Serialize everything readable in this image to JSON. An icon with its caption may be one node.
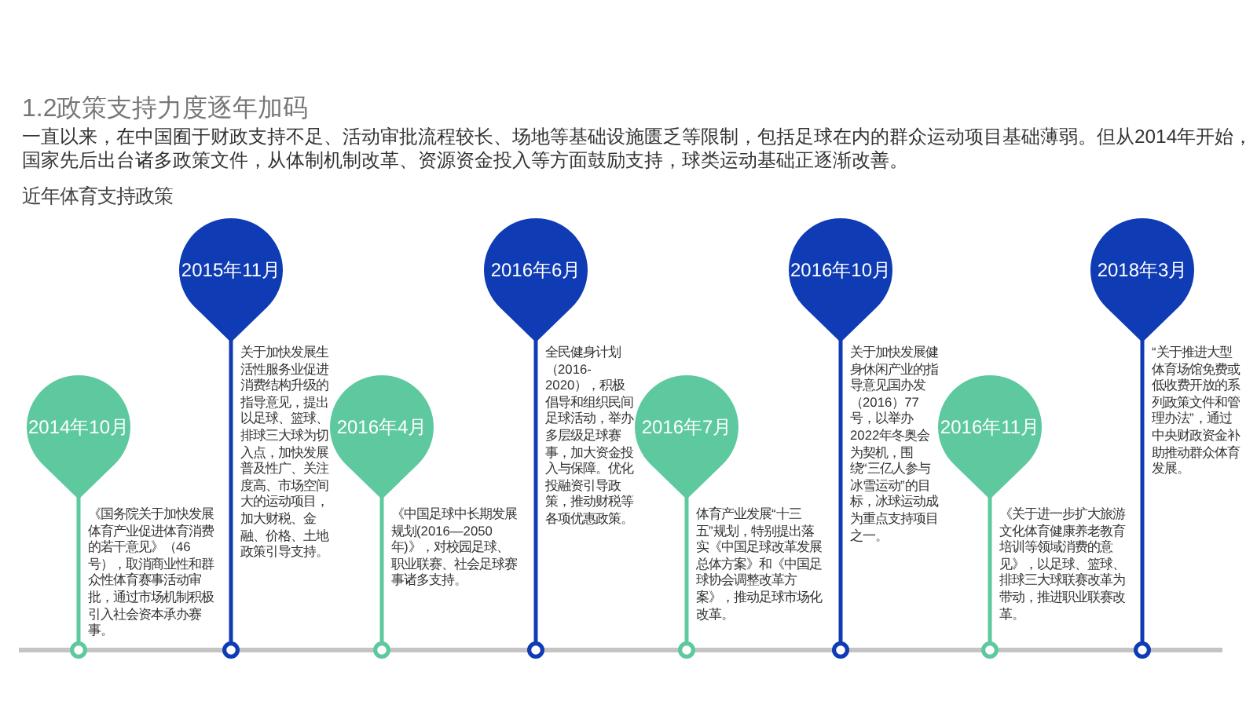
{
  "diagram": {
    "title": "1.2政策支持力度逐年加码",
    "nodes": [
      {
        "text": [
          "2014年10月",
          "《国务院关于加快发展体育产业促进体育消费的若干意见》（46号），取消商业性和群众性体育赛事活动审批，通过市场机制积极引入社会资本承办赛事。"
        ]
      },
      {
        "text": [
          "2015年11月",
          "关于加快发展生活性服务业促进消费结构升级的指导意见，提出以足球、篮球、排球三大球为切入点，加快发展普及性广、关注度高、市场空间大的运动项目，加大财税、金融、价格、土地政策引导支持。"
        ]
      },
      {
        "text": [
          "2016年4月",
          "《中国足球中长期发展规划(2016—2050年)》，对校园足球、职业联赛、社会足球赛事诸多支持。"
        ]
      },
      {
        "text": [
          "2016年6月",
          "全民健身计划（2016-2020），积极倡导和组织民间足球活动，举办多层级足球赛事，加大资金投入与保障。优化投融资引导政策，推动财税等各项优惠政策。"
        ]
      },
      {
        "text": [
          "2016年7月",
          "体育产业发展“十三五”规划，特别提出落实《中国足球改革发展总体方案》和《中国足球协会调整改革方案》，推动足球市场化改革。"
        ]
      },
      {
        "text": [
          "2016年10月",
          "关于加快发展健身休闲产业的指导意见国办发（2016）77号，以举办2022年冬奥会为契机，围绕“三亿人参与冰雪运动”的目标，冰球运动成为重点支持项目之一。"
        ]
      },
      {
        "text": [
          "2016年11月",
          "《关于进一步扩大旅游文化体育健康养老教育培训等领域消费的意见》，以足球、篮球、排球三大球联赛改革为带动，推进职业联赛改革。"
        ]
      },
      {
        "text": [
          "2018年3月",
          "“关于推进大型体育场馆免费或低收费开放的系列政策文件和管理办法”，通过中央财政资金补助推动群众体育发展。"
        ]
      }
    ],
    "labels": [
      "一直以来，在中国囿于财政支持不足、活动审批流程较长、场地等基础设施匮乏等限制，包括足球在内的群众运动项目基础薄弱。但从2014年开始，国家先后出台诸多政策文件，从体制机制改革、资源资金投入等方面鼓励支持，球类运动基础正逐渐改善。",
      "近年体育支持政策"
    ]
  }
}
